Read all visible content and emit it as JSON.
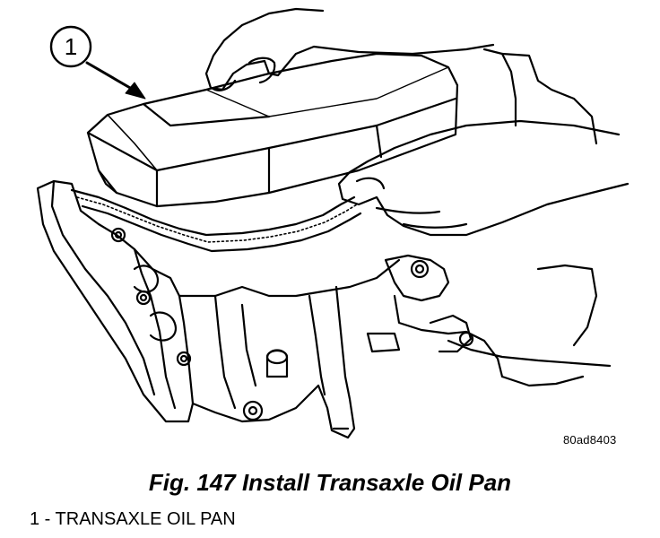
{
  "figure": {
    "callout_number": "1",
    "image_code": "80ad8403"
  },
  "caption": "Fig. 147 Install Transaxle Oil Pan",
  "legend": [
    {
      "text": "1 - TRANSAXLE OIL PAN"
    }
  ]
}
